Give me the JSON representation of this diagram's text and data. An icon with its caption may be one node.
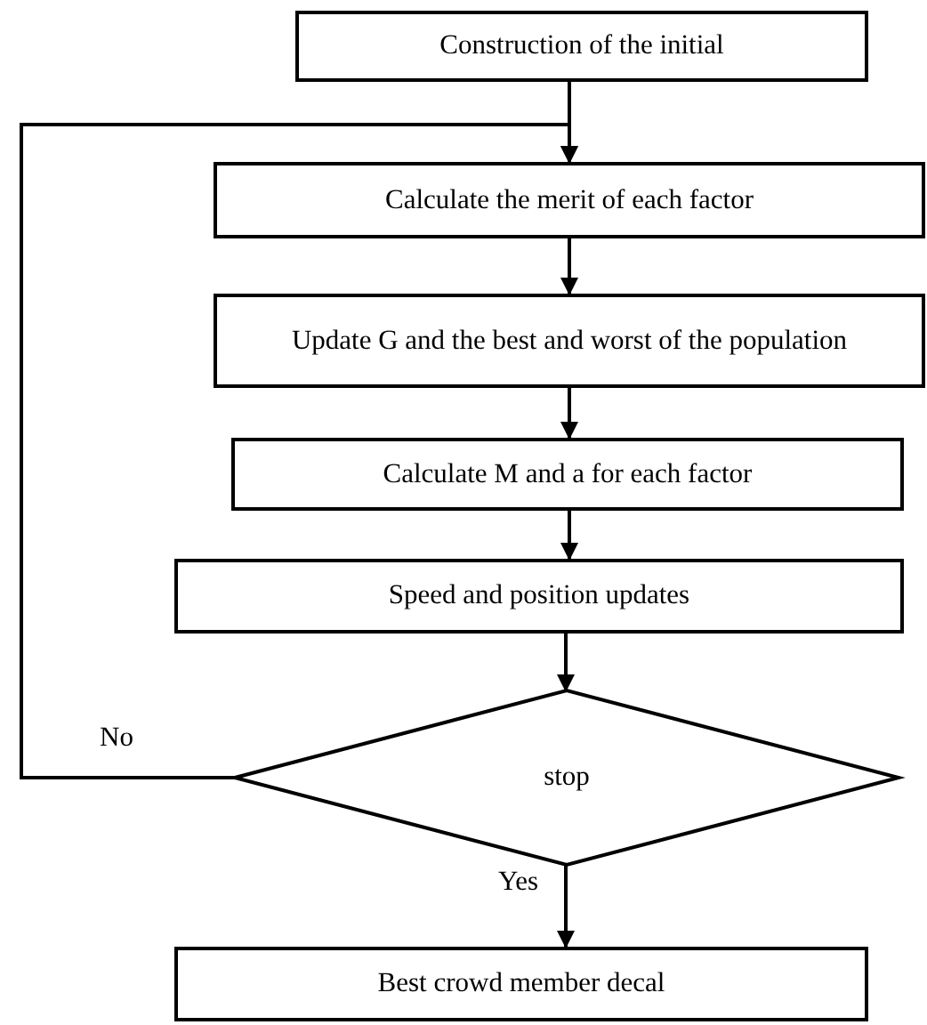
{
  "diagram": {
    "nodes": [
      {
        "text": [
          "Construction of the initial"
        ]
      },
      {
        "text": [
          "Calculate the merit of each factor"
        ]
      },
      {
        "text": [
          "Update G and the best and worst of the population"
        ]
      },
      {
        "text": [
          "Calculate M and a for each factor"
        ]
      },
      {
        "text": [
          "Speed and position updates"
        ]
      },
      {
        "text": [
          "stop"
        ]
      },
      {
        "text": [
          "Best crowd member decal"
        ]
      }
    ],
    "edges": [
      {
        "from": 0,
        "to": 1,
        "arrow": "to"
      },
      {
        "from": 1,
        "to": 2,
        "arrow": "to"
      },
      {
        "from": 2,
        "to": 3,
        "arrow": "to"
      },
      {
        "from": 3,
        "to": 4,
        "arrow": "to"
      },
      {
        "from": 4,
        "to": 5,
        "arrow": "to"
      },
      {
        "from": 5,
        "to": 1,
        "arrow": "to",
        "label": "No"
      },
      {
        "from": 5,
        "to": 6,
        "arrow": "to",
        "label": "Yes"
      }
    ]
  }
}
